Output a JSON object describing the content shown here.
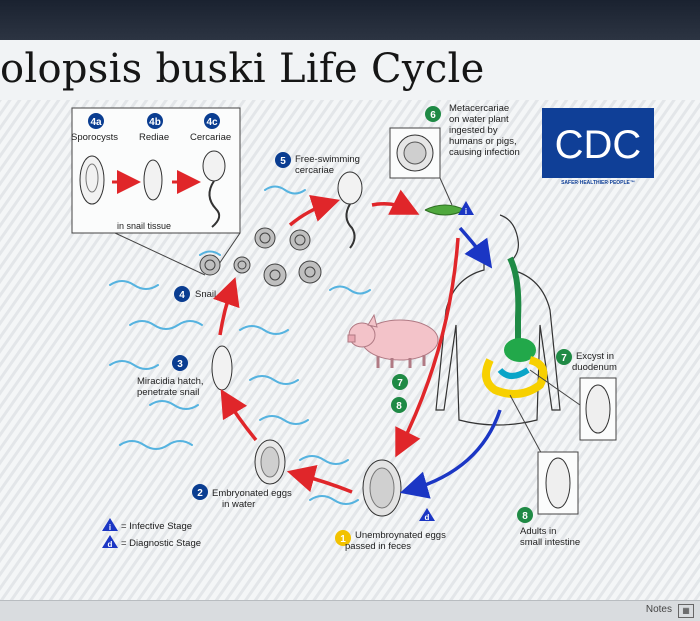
{
  "title": "olopsis buski Life Cycle",
  "cdc": {
    "logo_text": "CDC",
    "tagline": "SAFER·HEALTHIER·PEOPLE™"
  },
  "stages": {
    "s4a": {
      "num": "4a",
      "label": "Sporocysts"
    },
    "s4b": {
      "num": "4b",
      "label": "Rediae"
    },
    "s4c": {
      "num": "4c",
      "label": "Cercariae"
    },
    "snail_tissue": "in snail tissue",
    "s4": {
      "num": "4",
      "label": "Snail"
    },
    "s5": {
      "num": "5",
      "line1": "Free-swimming",
      "line2": "cercariae"
    },
    "s6": {
      "num": "6",
      "line1": "Metacercariae",
      "line2": "on water plant",
      "line3": "ingested by",
      "line4": "humans or pigs,",
      "line5": "causing infection"
    },
    "s7": {
      "num": "7",
      "line1": "Excyst in",
      "line2": "duodenum"
    },
    "s8": {
      "num": "8",
      "line1": "Adults in",
      "line2": "small intestine"
    },
    "s1": {
      "num": "1",
      "line1": "Unembroynated eggs",
      "line2": "passed in feces"
    },
    "s2": {
      "num": "2",
      "line1": "Embryonated eggs",
      "line2": "in water"
    },
    "s3": {
      "num": "3",
      "line1": "Miracidia hatch,",
      "line2": "penetrate snail"
    },
    "cycle7": "7",
    "cycle8": "8"
  },
  "legend": {
    "infective_symbol": "i",
    "infective_label": "= Infective Stage",
    "diagnostic_symbol": "d",
    "diagnostic_label": "= Diagnostic Stage"
  },
  "markers": {
    "diag_d": "d",
    "inf_i": "i"
  },
  "footer": {
    "notes": "Notes",
    "view": "▦"
  },
  "colors": {
    "stage_circle": "#0a3d91",
    "stage_green": "#1f8a45",
    "step1": "#f2c200",
    "red_arrow": "#e0262a",
    "blue_arrow": "#1b36c4",
    "cdc_blue": "#0f3f97",
    "water": "#55b3e0"
  }
}
